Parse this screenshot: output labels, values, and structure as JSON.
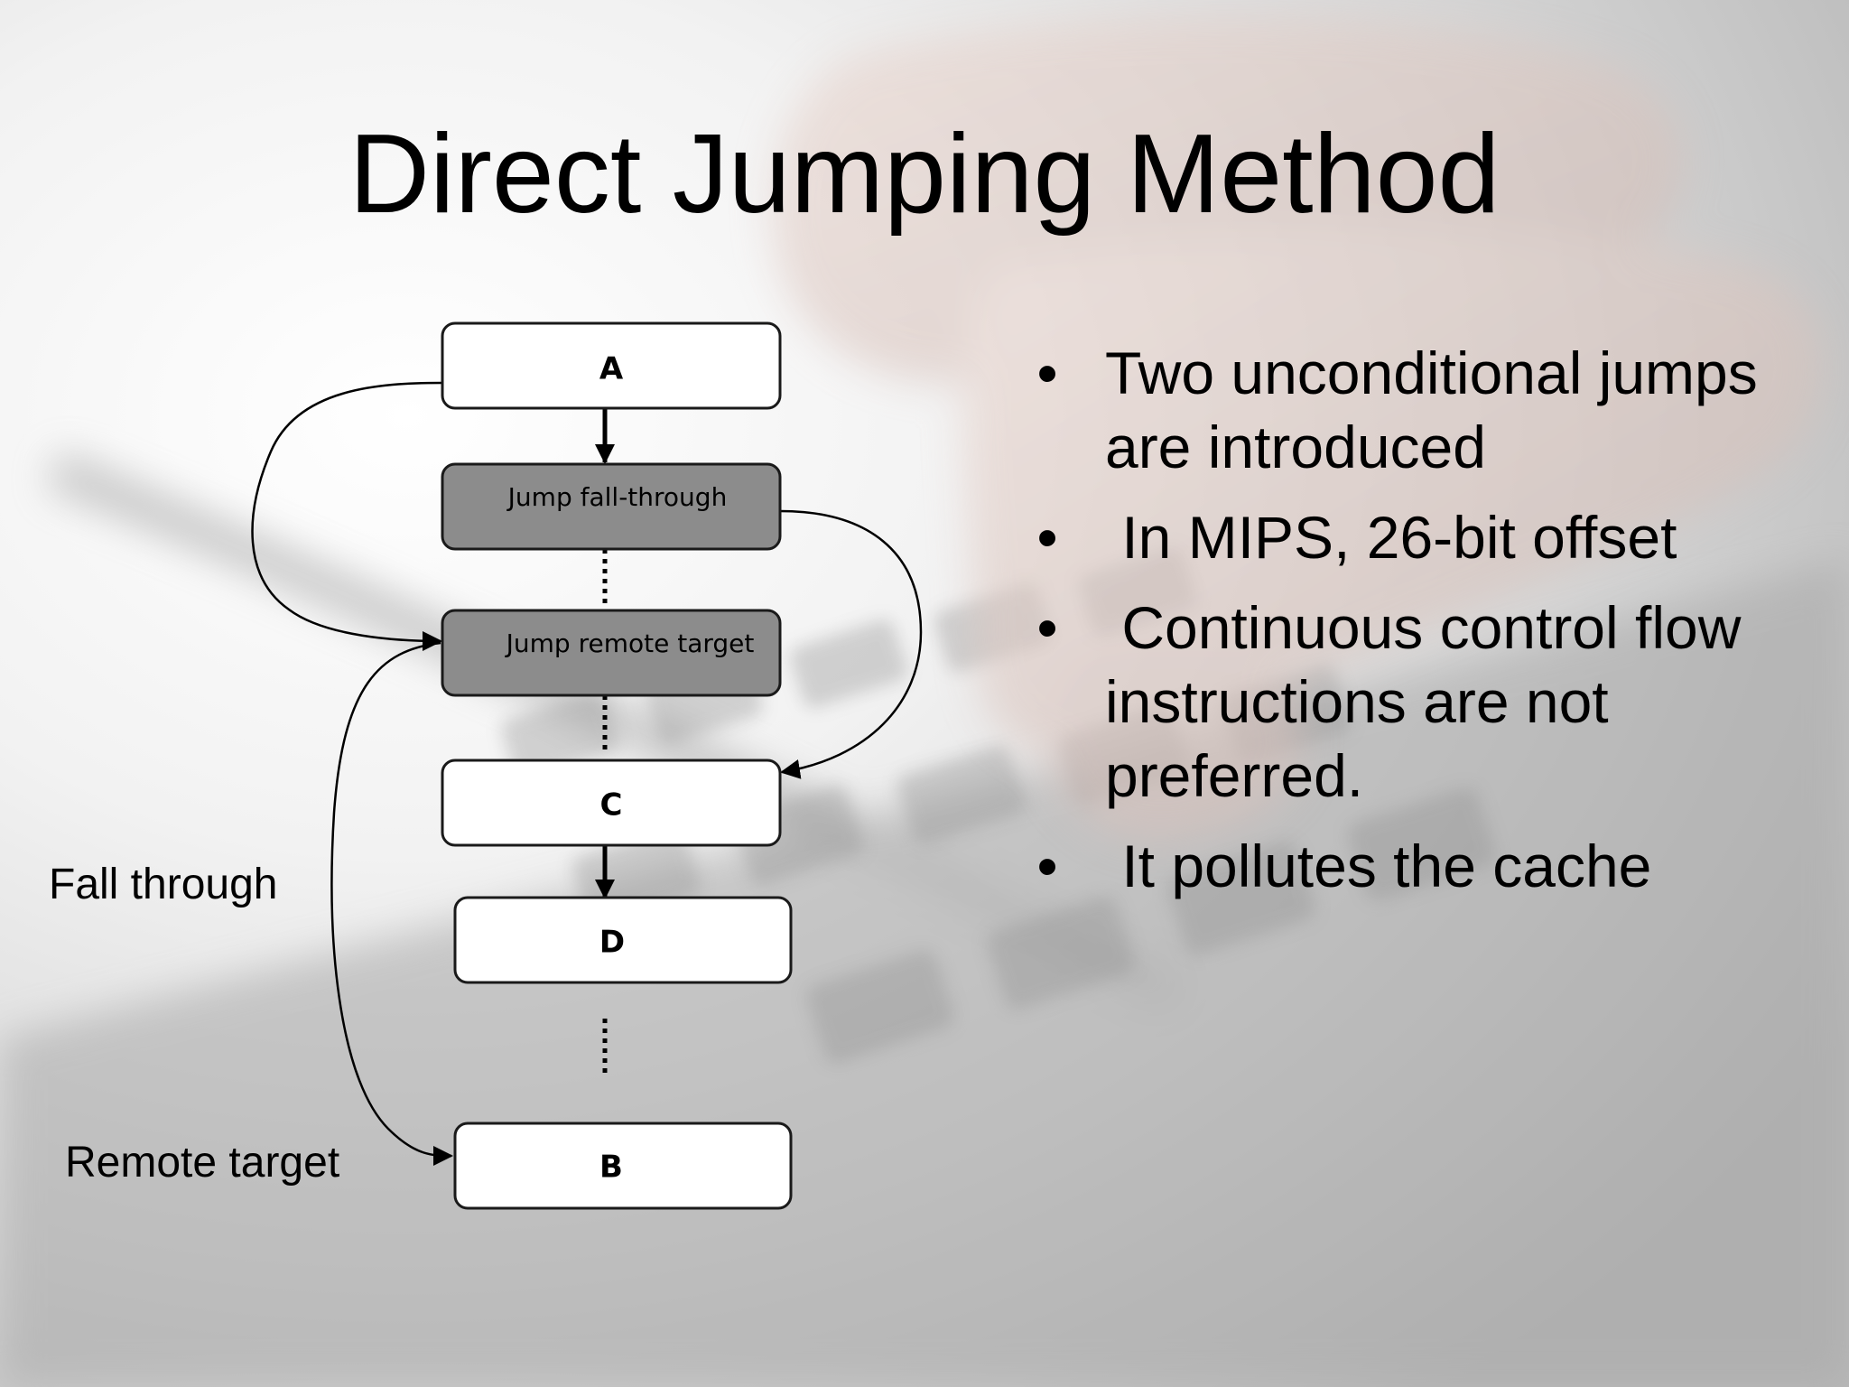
{
  "slide": {
    "title": "Direct Jumping Method",
    "colors": {
      "node_fill_light": "#ffffff",
      "node_fill_dark": "#8c8c8c",
      "node_stroke": "#1a1a1a",
      "edge": "#000000",
      "text": "#000000"
    }
  },
  "diagram": {
    "nodes": [
      {
        "id": "A",
        "label": "A",
        "style": "light"
      },
      {
        "id": "jump-fall-through",
        "label": "Jump fall-through",
        "style": "dark"
      },
      {
        "id": "jump-remote-target",
        "label": "Jump remote target",
        "style": "dark"
      },
      {
        "id": "C",
        "label": "C",
        "style": "light"
      },
      {
        "id": "D",
        "label": "D",
        "style": "light"
      },
      {
        "id": "B",
        "label": "B",
        "style": "light"
      }
    ],
    "edges": [
      {
        "from": "A",
        "to": "jump-fall-through",
        "kind": "solid-arrow"
      },
      {
        "from": "jump-fall-through",
        "to": "jump-remote-target",
        "kind": "dotted"
      },
      {
        "from": "jump-remote-target",
        "to": "C",
        "kind": "dotted"
      },
      {
        "from": "C",
        "to": "D",
        "kind": "solid-arrow"
      },
      {
        "from": "D",
        "to": "B",
        "kind": "dotted"
      },
      {
        "from": "A",
        "to": "jump-remote-target",
        "kind": "curved-arrow"
      },
      {
        "from": "jump-fall-through",
        "to": "C",
        "kind": "curved-arrow"
      },
      {
        "from": "jump-remote-target",
        "to": "B",
        "kind": "curved-arrow"
      }
    ],
    "labels": {
      "fall_through": "Fall through",
      "remote_target": "Remote target"
    }
  },
  "bullets": [
    {
      "text": "Two unconditional jumps are introduced"
    },
    {
      "text": " In MIPS, 26-bit offset"
    },
    {
      "text": " Continuous control flow instructions are not preferred."
    },
    {
      "text": " It pollutes the cache"
    }
  ],
  "bullet_glyph": "•"
}
